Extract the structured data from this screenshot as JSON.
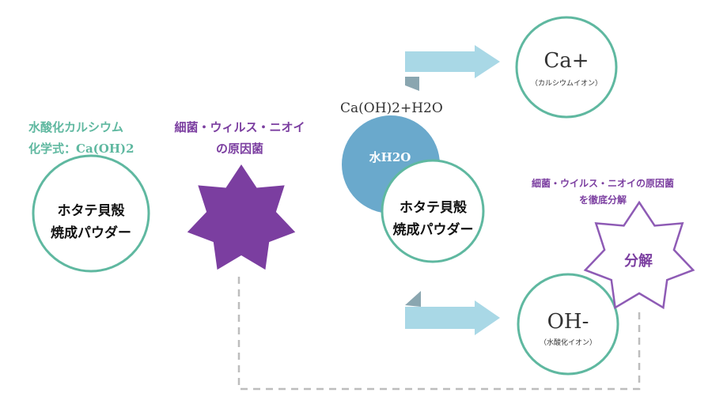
{
  "left": {
    "title_line1": "水酸化カルシウム",
    "title_line2": "化学式：Ca(OH)2",
    "circle_line1": "ホタテ貝殻",
    "circle_line2": "焼成パウダー"
  },
  "bacteria": {
    "label_line1": "細菌・ウィルス・ニオイ",
    "label_line2": "の原因菌"
  },
  "reaction": {
    "formula": "Ca(OH)2+H2O",
    "water_label": "水H2O",
    "powder_line1": "ホタテ貝殻",
    "powder_line2": "焼成パウダー"
  },
  "calcium_ion": {
    "symbol": "Ca+",
    "name": "（カルシウムイオン）"
  },
  "hydroxide_ion": {
    "symbol": "OH-",
    "name": "（水酸化イオン）"
  },
  "decompose": {
    "caption_line1": "細菌・ウイルス・ニオイの原因菌",
    "caption_line2": "を徹底分解",
    "star_label": "分解"
  },
  "colors": {
    "teal": "#5fb8a0",
    "purple": "#7b3ea0",
    "arrow": "#a9d8e6",
    "water": "#6aa9cc"
  }
}
